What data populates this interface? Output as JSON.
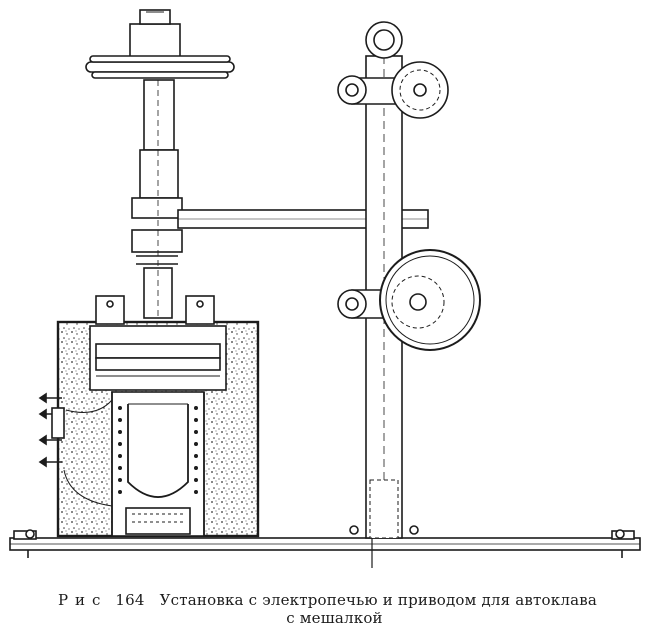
{
  "figure": {
    "label": "Рис",
    "number": "164",
    "caption_line1": "Установка с электропечью и приводом для автоклава",
    "caption_line2": "с мешалкой"
  },
  "colors": {
    "ink": "#1c1c1c",
    "paper": "#ffffff"
  }
}
